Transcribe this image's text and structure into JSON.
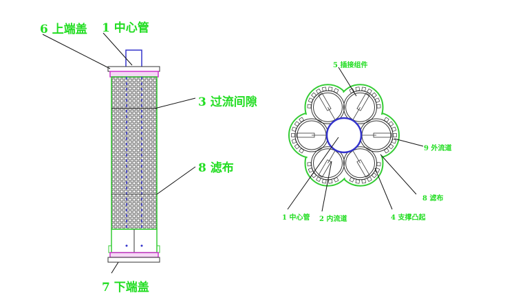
{
  "colors": {
    "label": "#22dd22",
    "outline": "#33cc33",
    "tube": "#3333cc",
    "band": "#cc33cc",
    "line": "#111111"
  },
  "left_view": {
    "labels": {
      "top_cap": "6 上端盖",
      "center_tube": "1 中心管",
      "flow_gap": "3 过流间隙",
      "filter_cloth": "8 滤布",
      "bottom_cap": "7 下端盖"
    }
  },
  "right_view": {
    "labels": {
      "plug_assembly": "5 插接组件",
      "outer_channel": "9 外流道",
      "filter_cloth": "8 滤布",
      "center_tube": "1 中心管",
      "inner_channel": "2 内流道",
      "support_bump": "4 支撑凸起"
    }
  }
}
